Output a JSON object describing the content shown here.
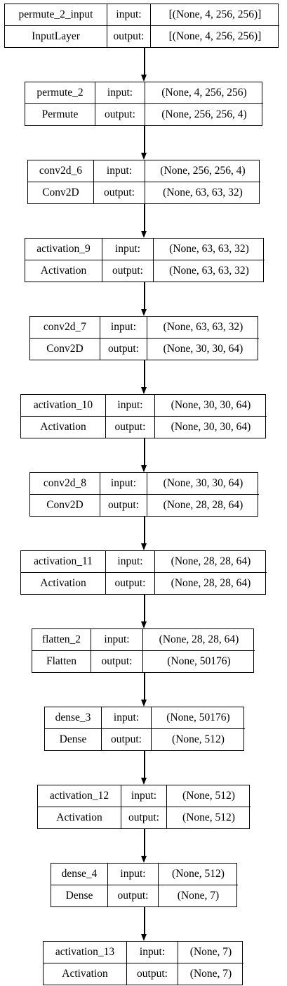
{
  "diagram": {
    "labels": {
      "input": "input:",
      "output": "output:"
    },
    "layers": [
      {
        "name": "permute_2_input",
        "type": "InputLayer",
        "input": "[(None, 4, 256, 256)]",
        "output": "[(None, 4, 256, 256)]"
      },
      {
        "name": "permute_2",
        "type": "Permute",
        "input": "(None, 4, 256, 256)",
        "output": "(None, 256, 256, 4)"
      },
      {
        "name": "conv2d_6",
        "type": "Conv2D",
        "input": "(None, 256, 256, 4)",
        "output": "(None, 63, 63, 32)"
      },
      {
        "name": "activation_9",
        "type": "Activation",
        "input": "(None, 63, 63, 32)",
        "output": "(None, 63, 63, 32)"
      },
      {
        "name": "conv2d_7",
        "type": "Conv2D",
        "input": "(None, 63, 63, 32)",
        "output": "(None, 30, 30, 64)"
      },
      {
        "name": "activation_10",
        "type": "Activation",
        "input": "(None, 30, 30, 64)",
        "output": "(None, 30, 30, 64)"
      },
      {
        "name": "conv2d_8",
        "type": "Conv2D",
        "input": "(None, 30, 30, 64)",
        "output": "(None, 28, 28, 64)"
      },
      {
        "name": "activation_11",
        "type": "Activation",
        "input": "(None, 28, 28, 64)",
        "output": "(None, 28, 28, 64)"
      },
      {
        "name": "flatten_2",
        "type": "Flatten",
        "input": "(None, 28, 28, 64)",
        "output": "(None, 50176)"
      },
      {
        "name": "dense_3",
        "type": "Dense",
        "input": "(None, 50176)",
        "output": "(None, 512)"
      },
      {
        "name": "activation_12",
        "type": "Activation",
        "input": "(None, 512)",
        "output": "(None, 512)"
      },
      {
        "name": "dense_4",
        "type": "Dense",
        "input": "(None, 512)",
        "output": "(None, 7)"
      },
      {
        "name": "activation_13",
        "type": "Activation",
        "input": "(None, 7)",
        "output": "(None, 7)"
      }
    ]
  }
}
